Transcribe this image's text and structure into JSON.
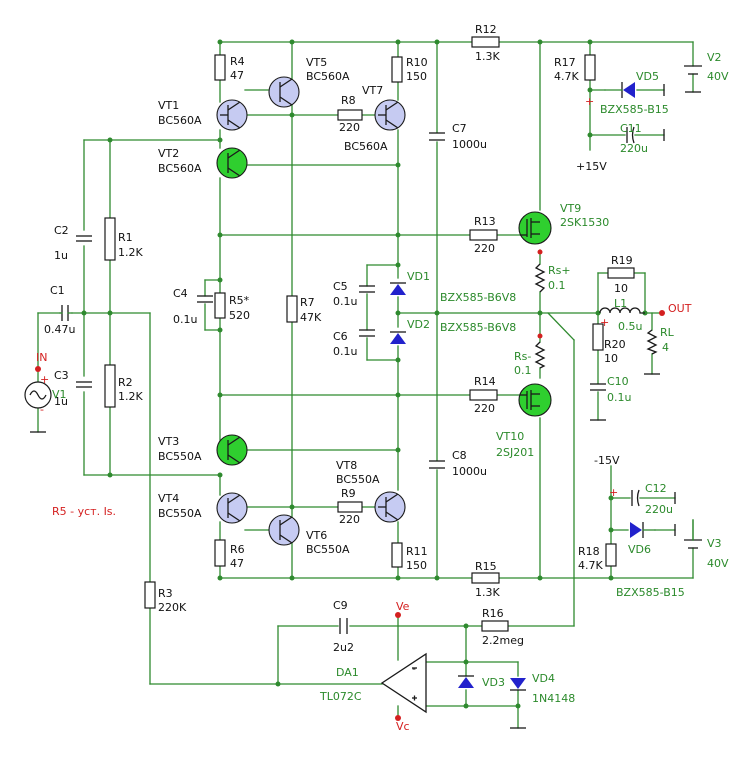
{
  "transistors": [
    {
      "ref": "VT1",
      "part": "BC560A"
    },
    {
      "ref": "VT2",
      "part": "BC560A"
    },
    {
      "ref": "VT3",
      "part": "BC550A"
    },
    {
      "ref": "VT4",
      "part": "BC550A"
    },
    {
      "ref": "VT5",
      "part": "BC560A"
    },
    {
      "ref": "VT6",
      "part": "BC550A"
    },
    {
      "ref": "VT7",
      "part": "BC560A"
    },
    {
      "ref": "VT8",
      "part": "BC550A"
    },
    {
      "ref": "VT9",
      "part": "2SK1530"
    },
    {
      "ref": "VT10",
      "part": "2SJ201"
    }
  ],
  "resistors": [
    {
      "ref": "R1",
      "value": "1.2K"
    },
    {
      "ref": "R2",
      "value": "1.2K"
    },
    {
      "ref": "R3",
      "value": "220K"
    },
    {
      "ref": "R4",
      "value": "47"
    },
    {
      "ref": "R5*",
      "value": "520"
    },
    {
      "ref": "R6",
      "value": "47"
    },
    {
      "ref": "R7",
      "value": "47K"
    },
    {
      "ref": "R8",
      "value": "220"
    },
    {
      "ref": "R9",
      "value": "220"
    },
    {
      "ref": "R10",
      "value": "150"
    },
    {
      "ref": "R11",
      "value": "150"
    },
    {
      "ref": "R12",
      "value": "1.3K"
    },
    {
      "ref": "R13",
      "value": "220"
    },
    {
      "ref": "R14",
      "value": "220"
    },
    {
      "ref": "R15",
      "value": "1.3K"
    },
    {
      "ref": "R16",
      "value": "2.2meg"
    },
    {
      "ref": "R17",
      "value": "4.7K"
    },
    {
      "ref": "R18",
      "value": "4.7K"
    },
    {
      "ref": "R19",
      "value": "10"
    },
    {
      "ref": "R20",
      "value": "10"
    },
    {
      "ref": "Rs+",
      "value": "0.1"
    },
    {
      "ref": "Rs-",
      "value": "0.1"
    },
    {
      "ref": "RL",
      "value": "4"
    }
  ],
  "capacitors": [
    {
      "ref": "C1",
      "value": "0.47u"
    },
    {
      "ref": "C2",
      "value": "1u"
    },
    {
      "ref": "C3",
      "value": "1u"
    },
    {
      "ref": "C4",
      "value": "0.1u"
    },
    {
      "ref": "C5",
      "value": "0.1u"
    },
    {
      "ref": "C6",
      "value": "0.1u"
    },
    {
      "ref": "C7",
      "value": "1000u"
    },
    {
      "ref": "C8",
      "value": "1000u"
    },
    {
      "ref": "C9",
      "value": "2u2"
    },
    {
      "ref": "C10",
      "value": "0.1u"
    },
    {
      "ref": "C11",
      "value": "220u"
    },
    {
      "ref": "C12",
      "value": "220u"
    }
  ],
  "diodes": [
    {
      "ref": "VD1",
      "part": "BZX585-B6V8"
    },
    {
      "ref": "VD2",
      "part": "BZX585-B6V8"
    },
    {
      "ref": "VD3",
      "part": ""
    },
    {
      "ref": "VD4",
      "part": "1N4148"
    },
    {
      "ref": "VD5",
      "part": "BZX585-B15"
    },
    {
      "ref": "VD6",
      "part": "BZX585-B15"
    }
  ],
  "others": {
    "inductor_ref": "L1",
    "inductor_value": "0.5u",
    "opamp_ref": "DA1",
    "opamp_part": "TL072C",
    "source_ref": "V1",
    "supply_pos_ref": "V2",
    "supply_pos_value": "40V",
    "supply_neg_ref": "V3",
    "supply_neg_value": "40V",
    "rail_pos": "+15V",
    "rail_neg": "-15V",
    "pin_ve": "Ve",
    "pin_vc": "Vc",
    "label_in": "IN",
    "label_out": "OUT",
    "note": "R5 - уст. Is."
  },
  "colors": {
    "wire": "#2f8a2f",
    "label": "#111111",
    "part": "#2b8a2b",
    "accent": "#d42020",
    "diode": "#2222cc",
    "bjt_fill": "#c6cbf2",
    "fet_fill": "#2fcf2f"
  }
}
